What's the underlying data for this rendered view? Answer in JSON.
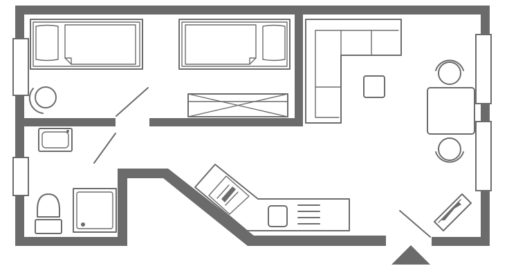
{
  "plan": {
    "kind": "apartment floor plan",
    "wall_color": "#6b6b6b",
    "background_color": "#ffffff",
    "rooms": [
      "bedroom",
      "bathroom",
      "living-room",
      "kitchen"
    ],
    "furniture": [
      "single-bed",
      "single-bed",
      "wardrobe",
      "armchair",
      "corner-sofa",
      "coffee-table",
      "dining-table",
      "dining-chair",
      "dining-chair",
      "washbasin",
      "toilet",
      "shower-tray",
      "kitchen-counter",
      "hob",
      "sink",
      "drainer",
      "shoe-rack"
    ],
    "entrance_icon": "triangle-up-icon"
  }
}
